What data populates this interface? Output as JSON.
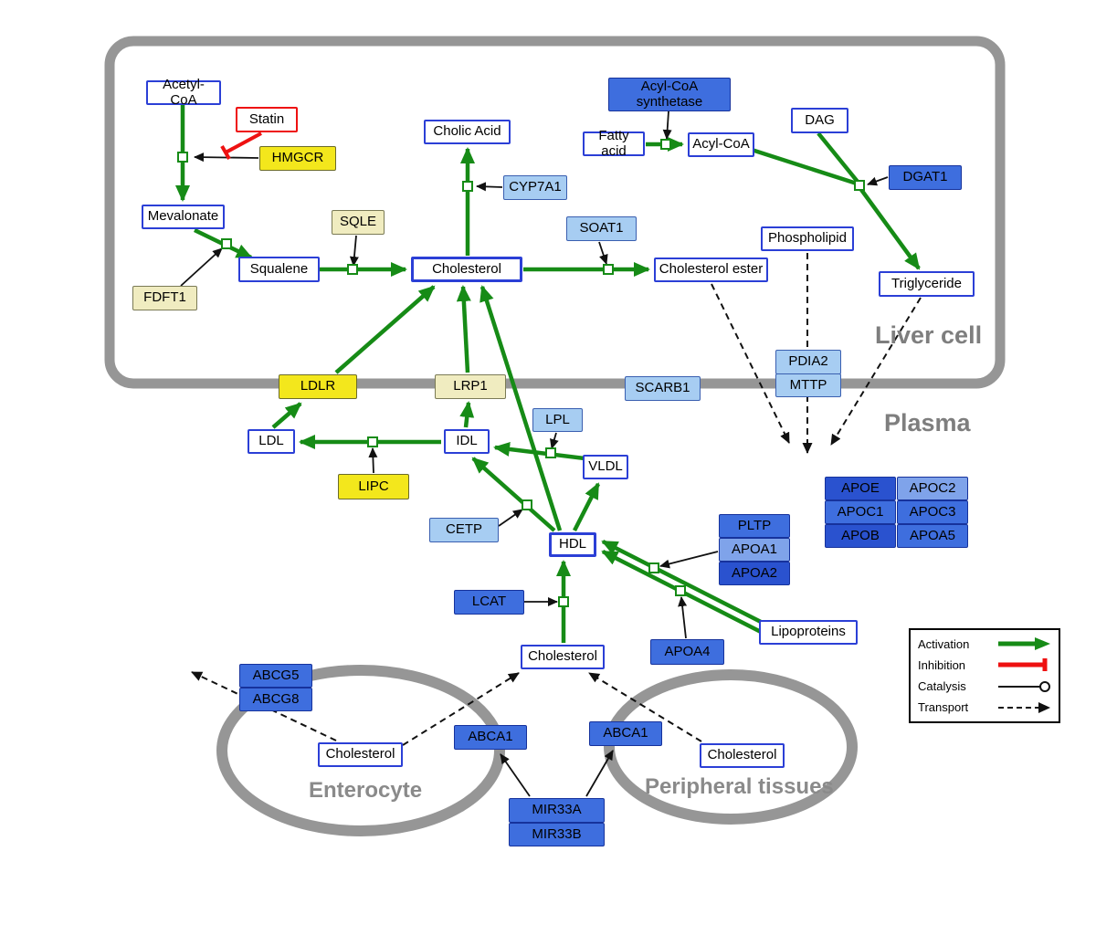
{
  "colors": {
    "activation_green": "#168b16",
    "inhibition_red": "#ee1111",
    "entity_border": "#2b3fd6",
    "gene_blue": "#3e6ede",
    "gene_blue_dark": "#2a52cf",
    "gene_blue_light": "#7fa3ea",
    "gene_lightblue": "#a7cdf2",
    "gene_yellow": "#f3e71c",
    "enzyme_cream": "#f0ecc0",
    "membrane_gray": "#969696"
  },
  "regions": {
    "liver": "Liver cell",
    "plasma": "Plasma",
    "enterocyte": "Enterocyte",
    "peripheral": "Peripheral tissues"
  },
  "legend": {
    "activation": "Activation",
    "inhibition": "Inhibition",
    "catalysis": "Catalysis",
    "transport": "Transport"
  },
  "nodes": {
    "acetyl_coa": {
      "label": "Acetyl-CoA"
    },
    "statin": {
      "label": "Statin"
    },
    "hmgcr": {
      "label": "HMGCR"
    },
    "mevalonate": {
      "label": "Mevalonate"
    },
    "sqle": {
      "label": "SQLE"
    },
    "squalene": {
      "label": "Squalene"
    },
    "fdft1": {
      "label": "FDFT1"
    },
    "cholic_acid": {
      "label": "Cholic Acid"
    },
    "cyp7a1": {
      "label": "CYP7A1"
    },
    "cholesterol_liver": {
      "label": "Cholesterol"
    },
    "soat1": {
      "label": "SOAT1"
    },
    "cholesterol_ester": {
      "label": "Cholesterol ester"
    },
    "acyl_coa_synthetase": {
      "label": "Acyl-CoA synthetase"
    },
    "fatty_acid": {
      "label": "Fatty acid"
    },
    "acyl_coa": {
      "label": "Acyl-CoA"
    },
    "dag": {
      "label": "DAG"
    },
    "dgat1": {
      "label": "DGAT1"
    },
    "phospholipid": {
      "label": "Phospholipid"
    },
    "triglyceride": {
      "label": "Triglyceride"
    },
    "ldlr": {
      "label": "LDLR"
    },
    "lrp1": {
      "label": "LRP1"
    },
    "scarb1": {
      "label": "SCARB1"
    },
    "pdia2": {
      "label": "PDIA2"
    },
    "mttp": {
      "label": "MTTP"
    },
    "ldl": {
      "label": "LDL"
    },
    "idl": {
      "label": "IDL"
    },
    "lpl": {
      "label": "LPL"
    },
    "vldl": {
      "label": "VLDL"
    },
    "lipc": {
      "label": "LIPC"
    },
    "cetp": {
      "label": "CETP"
    },
    "hdl": {
      "label": "HDL"
    },
    "lcat": {
      "label": "LCAT"
    },
    "pltp": {
      "label": "PLTP"
    },
    "apoa1": {
      "label": "APOA1"
    },
    "apoa2": {
      "label": "APOA2"
    },
    "apoa4": {
      "label": "APOA4"
    },
    "lipoproteins": {
      "label": "Lipoproteins"
    },
    "apoe": {
      "label": "APOE"
    },
    "apoc2": {
      "label": "APOC2"
    },
    "apoc1": {
      "label": "APOC1"
    },
    "apoc3": {
      "label": "APOC3"
    },
    "apob": {
      "label": "APOB"
    },
    "apoa5": {
      "label": "APOA5"
    },
    "cholesterol_plasma": {
      "label": "Cholesterol"
    },
    "abcg5": {
      "label": "ABCG5"
    },
    "abcg8": {
      "label": "ABCG8"
    },
    "cholesterol_enterocyte": {
      "label": "Cholesterol"
    },
    "abca1_left": {
      "label": "ABCA1"
    },
    "abca1_right": {
      "label": "ABCA1"
    },
    "cholesterol_peripheral": {
      "label": "Cholesterol"
    },
    "mir33a": {
      "label": "MIR33A"
    },
    "mir33b": {
      "label": "MIR33B"
    }
  }
}
